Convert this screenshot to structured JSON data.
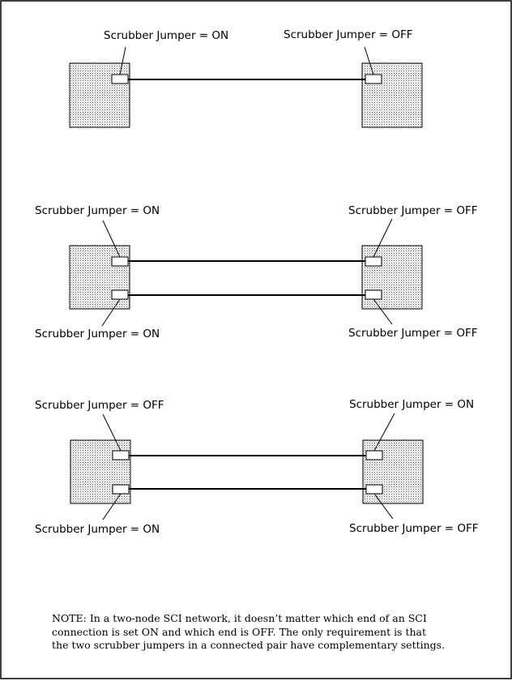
{
  "diagrams": [
    {
      "left": {
        "jumpers": [
          {
            "label": "Scrubber Jumper = ON"
          }
        ]
      },
      "right": {
        "jumpers": [
          {
            "label": "Scrubber Jumper = OFF"
          }
        ]
      }
    },
    {
      "left": {
        "jumpers": [
          {
            "label": "Scrubber Jumper = ON"
          },
          {
            "label": "Scrubber Jumper = ON"
          }
        ]
      },
      "right": {
        "jumpers": [
          {
            "label": "Scrubber Jumper = OFF"
          },
          {
            "label": "Scrubber Jumper = OFF"
          }
        ]
      }
    },
    {
      "left": {
        "jumpers": [
          {
            "label": "Scrubber Jumper = OFF"
          },
          {
            "label": "Scrubber Jumper = ON"
          }
        ]
      },
      "right": {
        "jumpers": [
          {
            "label": "Scrubber Jumper = ON"
          },
          {
            "label": "Scrubber Jumper = OFF"
          }
        ]
      }
    }
  ],
  "note": {
    "lines": [
      "NOTE: In a two-node SCI network, it doesn’t matter which end of an SCI",
      "connection is set ON and which end is OFF. The only requirement is that",
      "the two scrubber jumpers in a connected pair have complementary settings."
    ]
  }
}
